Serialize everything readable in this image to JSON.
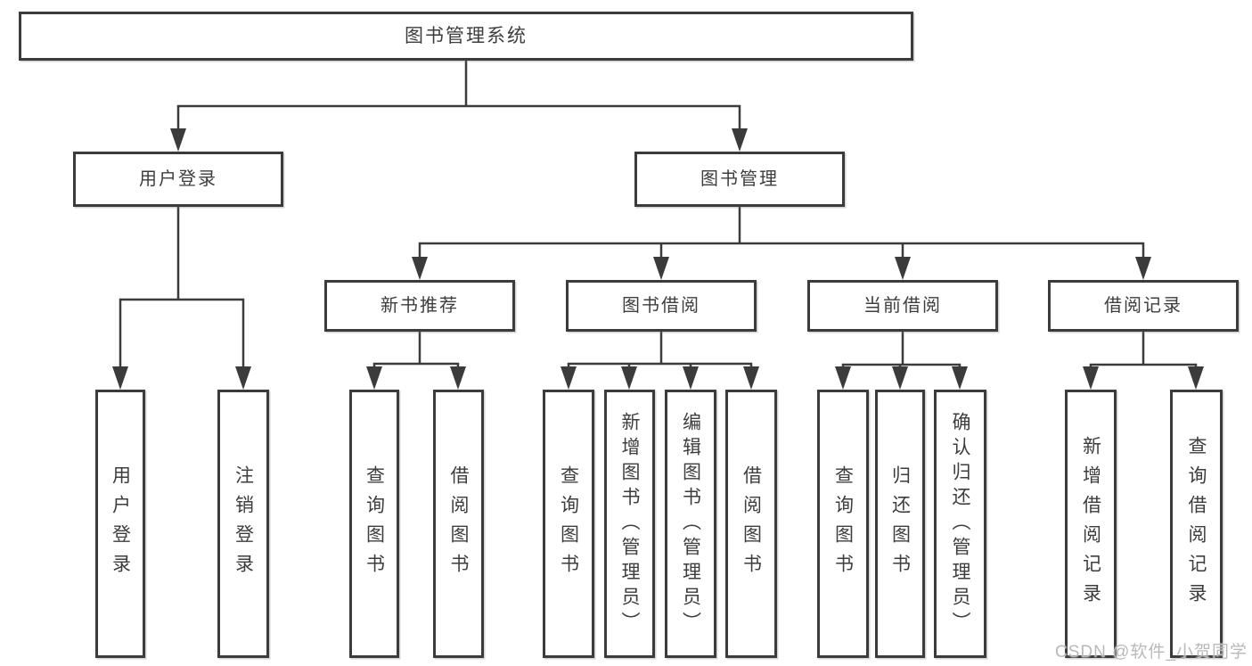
{
  "diagram": {
    "watermark": "CSDN @软件_小贺同学",
    "colors": {
      "line": "#3b3b3b",
      "box_border": "#3b3b3b",
      "text": "#3d3d3d",
      "background": "#ffffff",
      "watermark_text": "#b9b9b9"
    },
    "tree": {
      "label": "图书管理系统",
      "children": [
        {
          "label": "用户登录",
          "children": [
            {
              "label": "用户登录"
            },
            {
              "label": "注销登录"
            }
          ]
        },
        {
          "label": "图书管理",
          "children": [
            {
              "label": "新书推荐",
              "children": [
                {
                  "label": "查询图书"
                },
                {
                  "label": "借阅图书"
                }
              ]
            },
            {
              "label": "图书借阅",
              "children": [
                {
                  "label": "查询图书"
                },
                {
                  "label": "新增图书（管理员）"
                },
                {
                  "label": "编辑图书（管理员）"
                },
                {
                  "label": "借阅图书"
                }
              ]
            },
            {
              "label": "当前借阅",
              "children": [
                {
                  "label": "查询图书"
                },
                {
                  "label": "归还图书"
                },
                {
                  "label": "确认归还（管理员）"
                }
              ]
            },
            {
              "label": "借阅记录",
              "children": [
                {
                  "label": "新增借阅记录"
                },
                {
                  "label": "查询借阅记录"
                }
              ]
            }
          ]
        }
      ]
    }
  }
}
